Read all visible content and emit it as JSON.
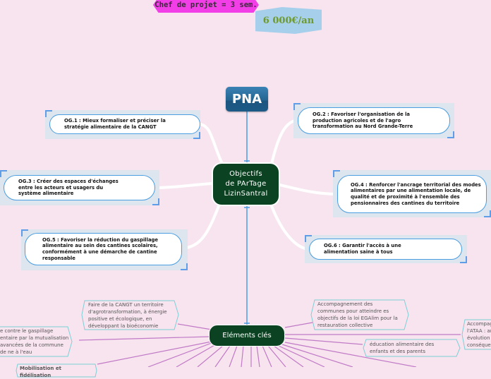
{
  "top": {
    "chef": "Chef de projet = 3 sem.",
    "cost": "6 000€/an"
  },
  "pna": "PNA",
  "central": {
    "line1": "Objectifs",
    "line2": "de PArTage",
    "line3": "LizinSantral"
  },
  "objectives": [
    {
      "id": "og1",
      "text": "OG.1 : Mieux formaliser et préciser la stratégie alimentaire de la CANGT"
    },
    {
      "id": "og2",
      "text": "OG.2 : Favoriser l'organisation de la production agricoles et de l'agro transformation au Nord Grande-Terre"
    },
    {
      "id": "og3",
      "text": "OG.3 : Créer des espaces d'échanges entre les acteurs et usagers du système alimentaire"
    },
    {
      "id": "og4",
      "text": "OG.4 : Renforcer l'ancrage territorial des modes alimentaires par une alimentation locale, de qualité et de proximité à l'ensemble des pensionnaires des cantines du territoire"
    },
    {
      "id": "og5",
      "text": "OG.5 : Favoriser la réduction du gaspillage alimentaire au sein des cantines scolaires, conformément à une démarche de cantine responsable"
    },
    {
      "id": "og6",
      "text": "OG.6 : Garantir l'accès à une alimentation saine à tous"
    }
  ],
  "elements": {
    "title": "Eléments clés",
    "items": [
      "Faire de la CANGT un territoire d'agrotransformation, à énergie positive et écologique, en développant la bioéconomie",
      "e contre le gaspillage entaire par la mutualisation avancées de la commune de ne à l'eau",
      "Mobilisation et fidélisation",
      "Accompagnement des communes pour atteindre es objectifs de la loi EGAlim pour la restauration collective",
      "éducation alimentaire des enfants et des parents",
      "Accompag l'ATAA : an évolution conséquen"
    ]
  }
}
